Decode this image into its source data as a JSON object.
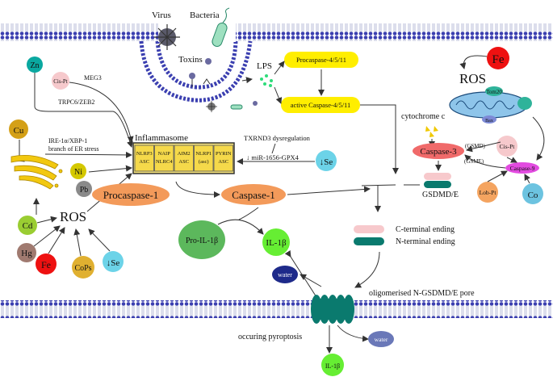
{
  "labels": {
    "virus": "Virus",
    "bacteria": "Bacteria",
    "toxins": "Toxins",
    "lps": "LPS",
    "procaspase_4511": "Procaspase-4/5/11",
    "active_caspase_4511": "active Caspase-4/5/11",
    "fe_top": "Fe",
    "ros_top": "ROS",
    "tom20": "Tom20",
    "bax": "Bax",
    "cytochrome_c": "cytochrome c",
    "caspase3": "Caspase-3",
    "gsmd": "(GSMD)",
    "gsme": "(GSME)",
    "cis_pt_right": "Cis-Pt",
    "caspase9": "Caspase-9",
    "lob_pt": "Lob-Pt",
    "co": "Co",
    "gsdmd_e": "GSDMD/E",
    "c_terminal": "C-terminal ending",
    "n_terminal": "N-terminal ending",
    "zn": "Zn",
    "cis_pt_left": "Cis-Pt",
    "meg3": "MEG3",
    "trpc6": "TRPC6/ZEB2",
    "cu": "Cu",
    "ire_line1": "IRE-1α/XBP-1",
    "ire_line2": "branch of ER stress",
    "ni": "Ni",
    "pb": "Pb",
    "cd": "Cd",
    "ros_left": "ROS",
    "hg": "Hg",
    "fe_left": "Fe",
    "cops": "CoPs",
    "se_left": "↓Se",
    "se_right": "↓Se",
    "inflammasome": "Inflammasome",
    "txrnd3": "TXRND3 dysregulation",
    "mir": "↓ miR-1656-GPX4",
    "procaspase1": "Procaspase-1",
    "caspase1": "Caspase-1",
    "pro_il1b": "Pro-IL-1β",
    "il1b_upper": "IL-1β",
    "water_upper": "water",
    "pore": "oligomerised N-GSDMD/E pore",
    "pyroptosis": "occuring pyroptosis",
    "water_lower": "water",
    "il1b_lower": "IL-1β"
  },
  "inflammasome_boxes": [
    [
      "NLRP3",
      "ASC"
    ],
    [
      "NAIP",
      "NLRC4"
    ],
    [
      "AIM2",
      "ASC"
    ],
    [
      "NLRP1",
      "(asc)"
    ],
    [
      "PYRIN",
      "ASC"
    ]
  ],
  "colors": {
    "membrane": "#3b3fb0",
    "yellow_pill": "#ffee00",
    "caspase_orange": "#f39a5a",
    "green": "#2fb34a",
    "bright_green": "#66ee33",
    "red": "#ee1111",
    "navy": "#1e2a8a",
    "teal": "#0a7a6e",
    "pink": "#f7c9cc",
    "magenta": "#e24be0"
  }
}
